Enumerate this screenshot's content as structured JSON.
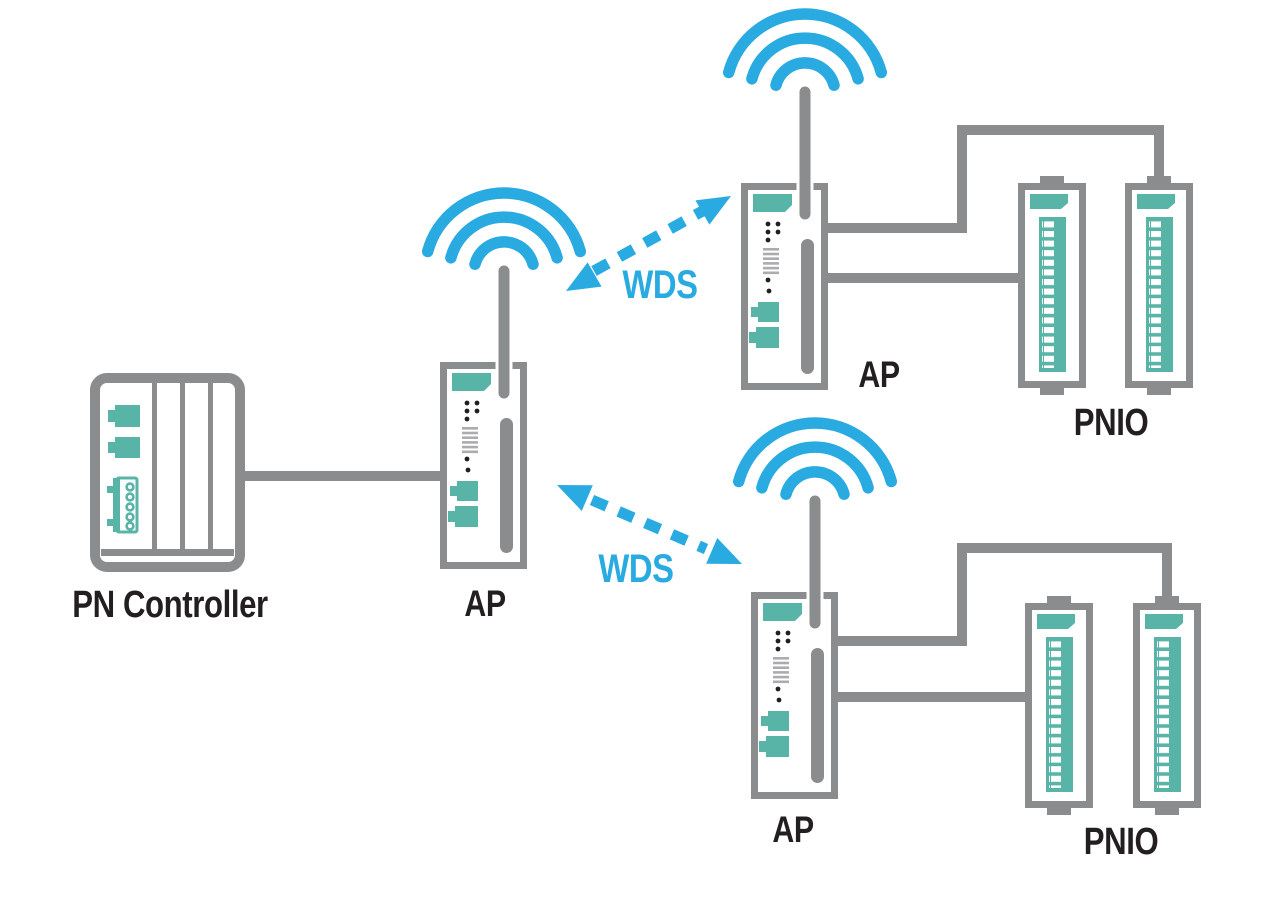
{
  "diagram": {
    "type": "network-topology",
    "background": "#FFFFFF",
    "colors": {
      "gray": "#8A8C8E",
      "gray-light": "#AAACAF",
      "teal": "#59B4A8",
      "blue": "#29ABE2",
      "ink": "#231F20",
      "bg": "#FFFFFF"
    },
    "nodes": {
      "pn_controller": {
        "label": "PN Controller",
        "kind": "PLC controller"
      },
      "ap_central": {
        "label": "AP",
        "kind": "wireless access point with antenna"
      },
      "ap_top": {
        "label": "AP",
        "kind": "wireless access point with antenna"
      },
      "ap_bottom": {
        "label": "AP",
        "kind": "wireless access point with antenna"
      },
      "pnio_top": {
        "label": "PNIO",
        "kind": "pair of PROFINET IO modules"
      },
      "pnio_bottom": {
        "label": "PNIO",
        "kind": "pair of PROFINET IO modules"
      }
    },
    "links": {
      "wired": [
        "pn_controller - ap_central",
        "ap_top - pnio_top (two cables)",
        "ap_bottom - pnio_bottom (two cables)"
      ],
      "wds_top": {
        "label": "WDS",
        "style": "dashed double-arrow",
        "between": "ap_central - ap_top"
      },
      "wds_bottom": {
        "label": "WDS",
        "style": "dashed double-arrow",
        "between": "ap_central - ap_bottom"
      }
    },
    "icons": [
      "wifi-waves-icon",
      "antenna-icon",
      "ethernet-port-icon",
      "terminal-block-icon",
      "status-led-icon",
      "vent-grille-icon",
      "io-terminal-strip-icon",
      "device-label-badge"
    ]
  }
}
